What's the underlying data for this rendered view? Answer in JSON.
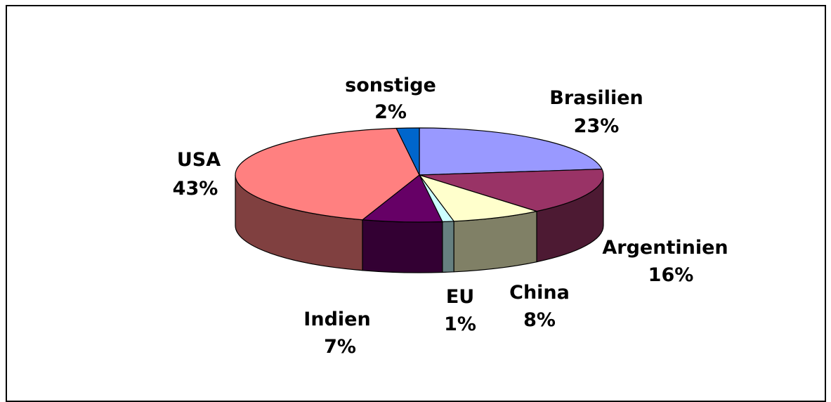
{
  "chart_data": {
    "type": "pie",
    "style": "3d",
    "categories": [
      "Brasilien",
      "Argentinien",
      "China",
      "EU",
      "Indien",
      "USA",
      "sonstige"
    ],
    "values": [
      23,
      16,
      8,
      1,
      7,
      43,
      2
    ],
    "value_labels": [
      "23%",
      "16%",
      "8%",
      "1%",
      "7%",
      "43%",
      "2%"
    ],
    "colors": [
      "#9999ff",
      "#993366",
      "#ffffcc",
      "#ccffff",
      "#660066",
      "#ff8080",
      "#0066cc"
    ],
    "start_angle_deg": -90,
    "direction": "clockwise"
  }
}
